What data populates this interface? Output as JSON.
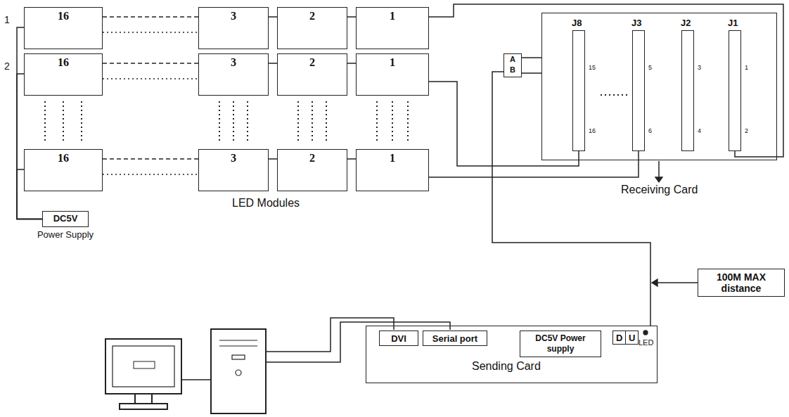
{
  "diagram": {
    "nodes": [
      {
        "text": [
          "16"
        ]
      },
      {
        "text": [
          "3"
        ]
      },
      {
        "text": [
          "2"
        ]
      },
      {
        "text": [
          "1"
        ]
      },
      {
        "text": [
          "16"
        ]
      },
      {
        "text": [
          "3"
        ]
      },
      {
        "text": [
          "2"
        ]
      },
      {
        "text": [
          "1"
        ]
      },
      {
        "text": [
          "16"
        ]
      },
      {
        "text": [
          "3"
        ]
      },
      {
        "text": [
          "2"
        ]
      },
      {
        "text": [
          "1"
        ]
      },
      {
        "text": [
          "Receiving Card"
        ]
      },
      {
        "text": [
          "J8",
          "15",
          "16"
        ],
        "in": 12
      },
      {
        "text": [
          "J3",
          "5",
          "6"
        ],
        "in": 12
      },
      {
        "text": [
          "J2",
          "3",
          "4"
        ],
        "in": 12
      },
      {
        "text": [
          "J1",
          "1",
          "2"
        ],
        "in": 12
      },
      {
        "text": [
          "A",
          "B"
        ]
      },
      {
        "text": [
          "DC5V",
          "Power Supply"
        ]
      },
      {
        "text": [
          "100M MAX distance"
        ]
      },
      {
        "text": [
          "Sending Card"
        ]
      },
      {
        "text": [
          "DVI"
        ],
        "in": 20
      },
      {
        "text": [
          "Serial port"
        ],
        "in": 20
      },
      {
        "text": [
          "DC5V Power supply"
        ],
        "in": 20
      },
      {
        "text": [
          "D"
        ],
        "in": 20
      },
      {
        "text": [
          "U"
        ],
        "in": 20
      }
    ],
    "edges": [
      {
        "from": 18,
        "to": 0,
        "arrow": "none"
      },
      {
        "from": 18,
        "to": 4,
        "arrow": "none"
      },
      {
        "from": 18,
        "to": 8,
        "arrow": "none"
      },
      {
        "from": 0,
        "to": 1,
        "arrow": "none"
      },
      {
        "from": 1,
        "to": 2,
        "arrow": "none"
      },
      {
        "from": 2,
        "to": 3,
        "arrow": "none"
      },
      {
        "from": 4,
        "to": 5,
        "arrow": "none"
      },
      {
        "from": 5,
        "to": 6,
        "arrow": "none"
      },
      {
        "from": 6,
        "to": 7,
        "arrow": "none"
      },
      {
        "from": 8,
        "to": 9,
        "arrow": "none"
      },
      {
        "from": 9,
        "to": 10,
        "arrow": "none"
      },
      {
        "from": 10,
        "to": 11,
        "arrow": "none"
      },
      {
        "from": 3,
        "to": 16,
        "arrow": "none"
      },
      {
        "from": 7,
        "to": 13,
        "arrow": "none"
      },
      {
        "from": 11,
        "to": 14,
        "arrow": "none"
      },
      {
        "from": 20,
        "to": 17,
        "arrow": "none"
      }
    ],
    "labels": [
      "1",
      "2",
      "LED Modules",
      "LED"
    ]
  }
}
